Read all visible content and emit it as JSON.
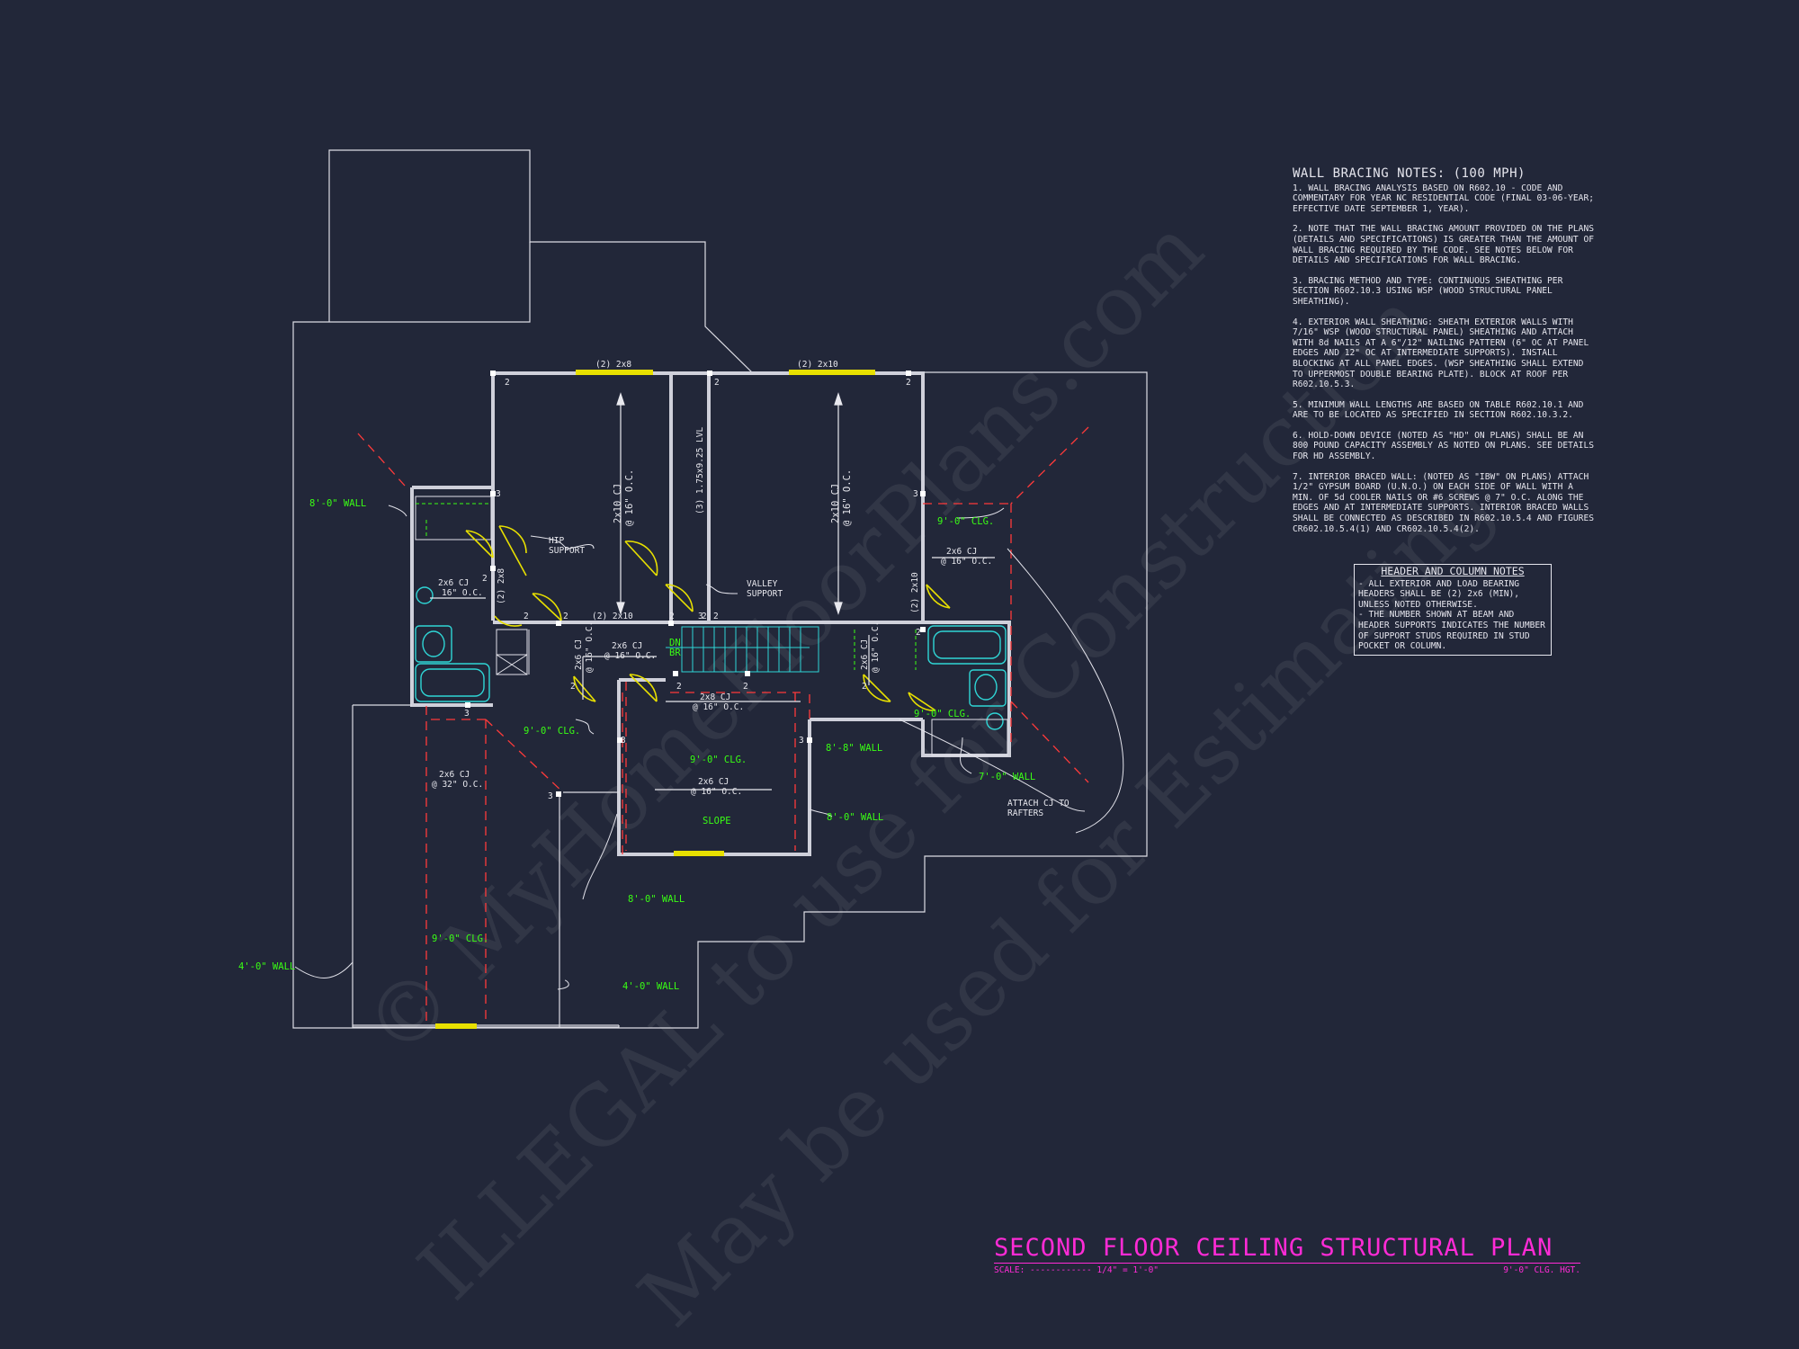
{
  "wall_bracing_notes": {
    "title": "WALL BRACING NOTES: (100 MPH)",
    "items": [
      "1. WALL BRACING ANALYSIS BASED ON R602.10 - CODE AND COMMENTARY FOR YEAR NC RESIDENTIAL CODE (FINAL 03-06-YEAR; EFFECTIVE DATE SEPTEMBER 1, YEAR).",
      "2. NOTE THAT THE WALL BRACING AMOUNT PROVIDED ON THE PLANS (DETAILS AND SPECIFICATIONS) IS GREATER THAN THE AMOUNT OF WALL BRACING REQUIRED BY THE CODE. SEE NOTES BELOW FOR DETAILS AND SPECIFICATIONS FOR WALL BRACING.",
      "3. BRACING METHOD AND TYPE: CONTINUOUS SHEATHING PER SECTION R602.10.3 USING WSP (WOOD STRUCTURAL PANEL SHEATHING).",
      "4. EXTERIOR WALL SHEATHING: SHEATH EXTERIOR WALLS WITH 7/16\" WSP (WOOD STRUCTURAL PANEL) SHEATHING AND ATTACH WITH 8d NAILS AT A 6\"/12\" NAILING PATTERN (6\" OC AT PANEL EDGES AND 12\" OC AT INTERMEDIATE SUPPORTS). INSTALL BLOCKING AT ALL PANEL EDGES. (WSP SHEATHING SHALL EXTEND TO UPPERMOST DOUBLE BEARING PLATE). BLOCK AT ROOF PER R602.10.5.3.",
      "5. MINIMUM WALL LENGTHS ARE BASED ON TABLE R602.10.1 AND ARE TO BE LOCATED AS SPECIFIED IN SECTION R602.10.3.2.",
      "6. HOLD-DOWN DEVICE (NOTED AS \"HD\" ON PLANS) SHALL BE AN 800 POUND CAPACITY ASSEMBLY AS NOTED ON PLANS. SEE DETAILS FOR HD ASSEMBLY.",
      "7. INTERIOR BRACED WALL: (NOTED AS \"IBW\" ON PLANS) ATTACH 1/2\" GYPSUM BOARD (U.N.O.) ON EACH SIDE OF WALL WITH A MIN. OF 5d COOLER NAILS OR #6 SCREWS @ 7\" O.C. ALONG THE EDGES AND AT INTERMEDIATE SUPPORTS. INTERIOR BRACED WALLS SHALL BE CONNECTED AS DESCRIBED IN R602.10.5.4 AND FIGURES CR602.10.5.4(1) AND CR602.10.5.4(2)."
    ]
  },
  "header_column_notes": {
    "title": "HEADER AND COLUMN NOTES",
    "items": [
      "- ALL EXTERIOR AND LOAD BEARING HEADERS SHALL BE (2) 2x6 (MIN), UNLESS NOTED OTHERWISE.",
      "- THE NUMBER SHOWN AT BEAM AND HEADER SUPPORTS INDICATES THE NUMBER OF SUPPORT STUDS REQUIRED IN STUD POCKET OR COLUMN."
    ]
  },
  "title_block": {
    "title": "SECOND FLOOR CEILING STRUCTURAL PLAN",
    "scale": "SCALE: ------------ 1/4\" = 1'-0\"",
    "height_note": "9'-0\" CLG. HGT."
  },
  "watermark": {
    "line1": "© MyHomeFloorPlans.com",
    "line2": "ILLEGAL to use for Construction",
    "line3": "May be used for Estimating"
  },
  "plan_labels": {
    "hdr_2x8": "(2) 2x8",
    "hdr_2x10_top": "(2) 2x10",
    "hdr_2x10_mid": "(2) 2x10",
    "hdr_2x8_side": "(2) 2x8",
    "hdr_2x10_side": "(2) 2x10",
    "lvl": "(3) 1.75x9.25 LVL",
    "cj_a_1": "2x10 CJ",
    "cj_a_2": "@ 16\" O.C.",
    "cj_b_1": "2x10 CJ",
    "cj_b_2": "@ 16\" O.C.",
    "cj_c_1": "2x6 CJ",
    "cj_c_2": "16\" O.C.",
    "cj_d_1": "2x6 CJ",
    "cj_d_2": "@ 16\" O.C.",
    "cj_e_1": "2x6 CJ",
    "cj_e_2": "@ 16\" O.C.",
    "cj_f_1": "2x6 CJ",
    "cj_f_2": "@ 16\" O.C.",
    "cj_g_1": "2x8 CJ",
    "cj_g_2": "@ 16\" O.C.",
    "cj_h_1": "2x6 CJ",
    "cj_h_2": "@ 16\" O.C.",
    "cj_i_1": "2x6 CJ",
    "cj_i_2": "@ 32\" O.C.",
    "cj_j_1": "2x6 CJ",
    "cj_j_2": "@ 16\" O.C.",
    "hip_support_1": "HIP",
    "hip_support_2": "SUPPORT",
    "valley_support_1": "VALLEY",
    "valley_support_2": "SUPPORT",
    "attach_cj_1": "ATTACH CJ TO",
    "attach_cj_2": "RAFTERS",
    "dn": "DN",
    "br": "BR",
    "wall_8_0_a": "8'-0\" WALL",
    "clg_9_0_a": "9'-0\" CLG.",
    "clg_9_0_b": "9'-0\" CLG.",
    "clg_9_0_c": "9'-0\" CLG.",
    "clg_9_0_d": "9'-0\" CLG.",
    "clg_9_0_e": "9'-0\" CLG.",
    "wall_8_8": "8'-8\" WALL",
    "wall_7_0": "7'-0\" WALL",
    "wall_8_0_b": "8'-0\" WALL",
    "wall_8_0_c": "8'-0\" WALL",
    "slope": "SLOPE",
    "wall_4_0_a": "4'-0\" WALL",
    "wall_4_0_b": "4'-0\" WALL",
    "n2": "2",
    "n3": "3"
  }
}
